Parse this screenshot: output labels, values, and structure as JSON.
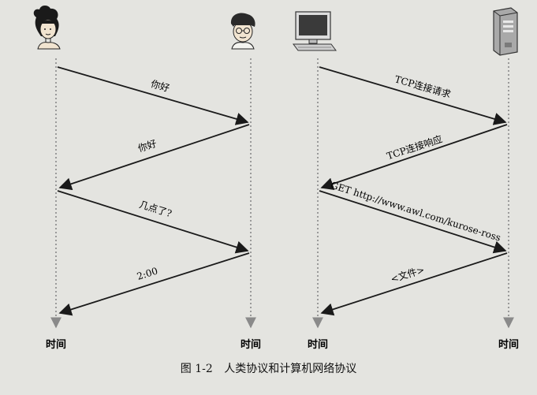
{
  "figure": {
    "caption_number": "图 1-2",
    "caption_text": "人类协议和计算机网络协议"
  },
  "human_protocol": {
    "time_label_left": "时间",
    "time_label_right": "时间",
    "messages": [
      {
        "text": "你好"
      },
      {
        "text": "你好"
      },
      {
        "text": "几点了?"
      },
      {
        "text": "2:00"
      }
    ]
  },
  "computer_protocol": {
    "time_label_left": "时间",
    "time_label_right": "时间",
    "messages": [
      {
        "text": "TCP连接请求"
      },
      {
        "text": "TCP连接响应"
      },
      {
        "text": "GET http://www.awl.com/kurose-ross"
      },
      {
        "text": "<文件>"
      }
    ]
  },
  "icons": [
    "woman-icon",
    "man-with-glasses-icon",
    "desktop-computer-icon",
    "server-tower-icon"
  ],
  "colors": {
    "background": "#e4e4e0",
    "lifeline": "#9a9a9a",
    "arrow": "#1a1a1a"
  }
}
